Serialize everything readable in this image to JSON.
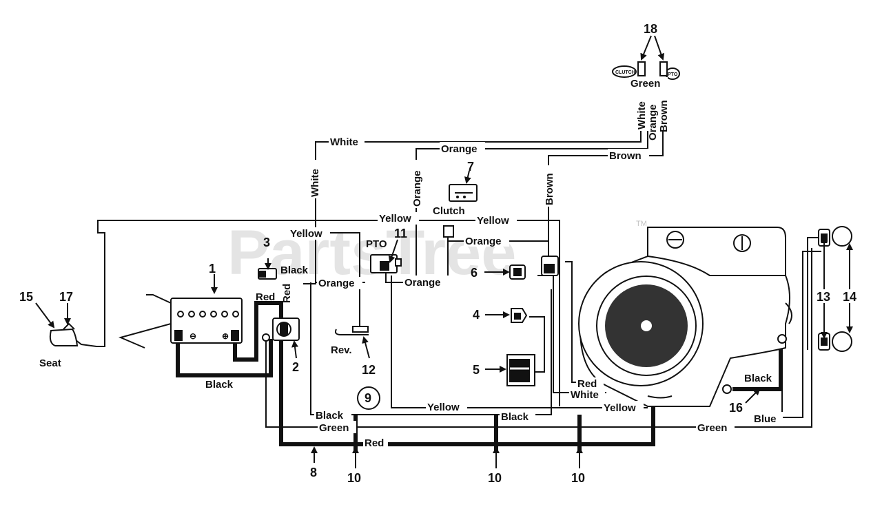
{
  "watermark": {
    "text": "PartsTree",
    "trademark": "TM"
  },
  "wire_labels": {
    "white_top": "White",
    "white_vertical": "White",
    "orange_top": "Orange",
    "orange_vertical": "Orange",
    "brown_top": "Brown",
    "brown_vertical": "Brown",
    "yellow_left": "Yellow",
    "yellow_top": "Yellow",
    "yellow_right": "Yellow",
    "clutch": "Clutch",
    "pto": "PTO",
    "orange_pto": "Orange",
    "orange_mid": "Orange",
    "orange_right": "Orange",
    "black_sw3": "Black",
    "red_bat": "Red",
    "red_vert": "Red",
    "black_battery": "Black",
    "rev": "Rev.",
    "seat": "Seat",
    "green_top": "Green",
    "white_18": "White",
    "orange_18": "Orange",
    "brown_18": "Brown",
    "red_engine": "Red",
    "white_engine": "White",
    "yellow_bottom": "Yellow",
    "yellow_engine": "Yellow",
    "black_bottom_left": "Black",
    "black_bottom_mid": "Black",
    "black_engine": "Black",
    "green_bottom_left": "Green",
    "green_bottom_right": "Green",
    "blue": "Blue",
    "red_bottom": "Red"
  },
  "component_labels": {
    "clutch_tag": "CLUTCH",
    "pto_tag": "PTO"
  },
  "callouts": [
    "1",
    "2",
    "3",
    "4",
    "5",
    "6",
    "7",
    "8",
    "9",
    "10",
    "10",
    "10",
    "11",
    "12",
    "13",
    "14",
    "15",
    "16",
    "17",
    "18"
  ]
}
